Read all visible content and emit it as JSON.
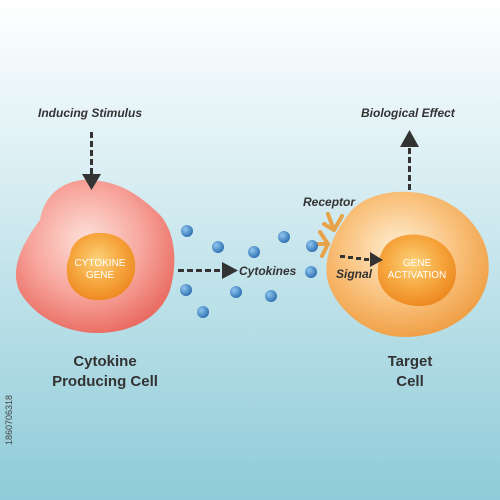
{
  "labels": {
    "inducing_stimulus": "Inducing Stimulus",
    "biological_effect": "Biological Effect",
    "receptor": "Receptor",
    "cytokines": "Cytokines",
    "signal": "Signal"
  },
  "left_cell": {
    "nucleus_line1": "CYTOKINE",
    "nucleus_line2": "GENE",
    "title_line1": "Cytokine",
    "title_line2": "Producing Cell"
  },
  "right_cell": {
    "nucleus_line1": "GENE",
    "nucleus_line2": "ACTIVATION",
    "title_line1": "Target",
    "title_line2": "Cell"
  },
  "stock_id": "1860706318",
  "colors": {
    "background_top": "#ffffff",
    "background_bottom": "#8ecbd8",
    "left_cell": "#f0867e",
    "right_cell": "#f7b060",
    "nucleus": "#f49a32",
    "cytokine_dot": "#3a84c4",
    "receptor": "#e8a24a",
    "arrow": "#333333"
  }
}
